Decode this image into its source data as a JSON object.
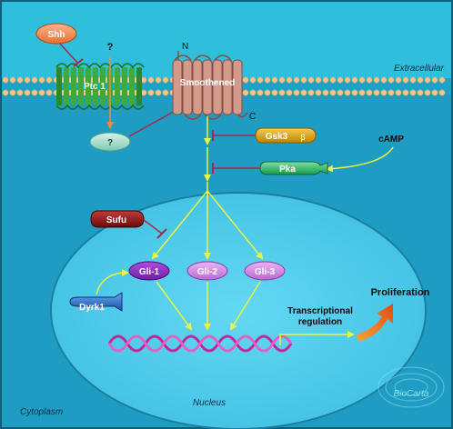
{
  "regions": {
    "extracellular": "Extracellular",
    "cytoplasm": "Cytoplasm",
    "nucleus": "Nucleus"
  },
  "nodes": {
    "shh": "Shh",
    "ptc1": "Ptc 1",
    "unknown_top": "?",
    "unknown_mid": "?",
    "smoothened": "Smoothened",
    "smo_n": "N",
    "smo_c": "C",
    "gsk3": "Gsk3",
    "gsk3_suffix": "β",
    "camp": "cAMP",
    "pka": "Pka",
    "sufu": "Sufu",
    "gli1": "Gli-1",
    "gli2": "Gli-2",
    "gli3": "Gli-3",
    "dyrk1": "Dyrk1",
    "transcriptional_regulation_line1": "Transcriptional",
    "transcriptional_regulation_line2": "regulation",
    "proliferation": "Proliferation",
    "brand": "BioCarta"
  },
  "colors": {
    "background": "#24a3c8",
    "extracellular": "#2dbcd9",
    "nucleus": "#5fd4f0",
    "membrane": "#f4c58c",
    "arrow": "#e8f542",
    "inhibit": "#a6284a"
  }
}
